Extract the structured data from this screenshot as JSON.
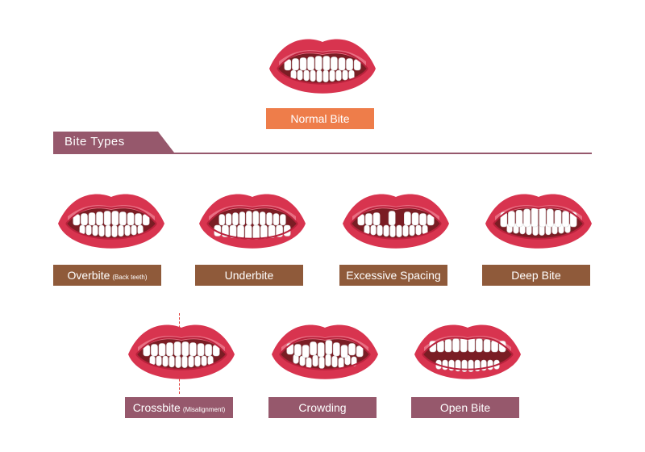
{
  "normal": {
    "label": "Normal Bite",
    "color": "#ee7d4a"
  },
  "section": {
    "title": "Bite Types",
    "color": "#96586c"
  },
  "row1": [
    {
      "label": "Overbite",
      "note": "(Back teeth)",
      "variant": "overbite"
    },
    {
      "label": "Underbite",
      "note": "",
      "variant": "underbite"
    },
    {
      "label": "Excessive Spacing",
      "note": "",
      "variant": "spacing"
    },
    {
      "label": "Deep Bite",
      "note": "",
      "variant": "deep"
    }
  ],
  "row2": [
    {
      "label": "Crossbite",
      "note": "(Misalignment)",
      "variant": "crossbite"
    },
    {
      "label": "Crowding",
      "note": "",
      "variant": "crowding"
    },
    {
      "label": "Open Bite",
      "note": "",
      "variant": "open"
    }
  ],
  "colors": {
    "lip": "#d8344f",
    "lip_dark": "#b8213b",
    "mouth_interior": "#7a1d24",
    "gum": "#e96f83",
    "tooth": "#ffffff",
    "row1_label": "#8f5a3a",
    "row2_label": "#96586c"
  }
}
